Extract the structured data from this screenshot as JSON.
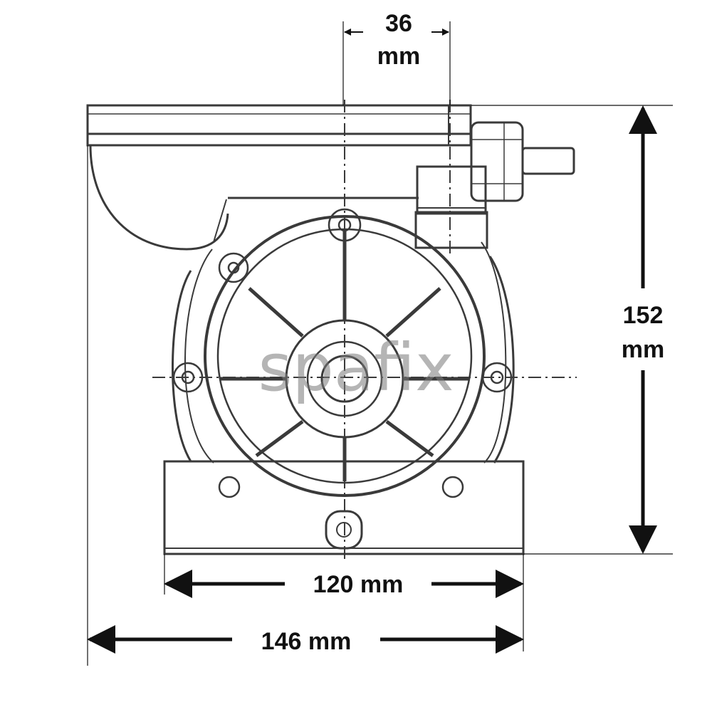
{
  "dimensions": {
    "top_offset": {
      "value": "36",
      "unit": "mm"
    },
    "height": {
      "value": "152",
      "unit": "mm"
    },
    "base_width": "120 mm",
    "overall_width": "146 mm"
  },
  "watermark": "spafix",
  "colors": {
    "ink": "#111111",
    "drawing_line": "#3a3a3a",
    "watermark": "#7a7a7a",
    "background": "#ffffff"
  }
}
